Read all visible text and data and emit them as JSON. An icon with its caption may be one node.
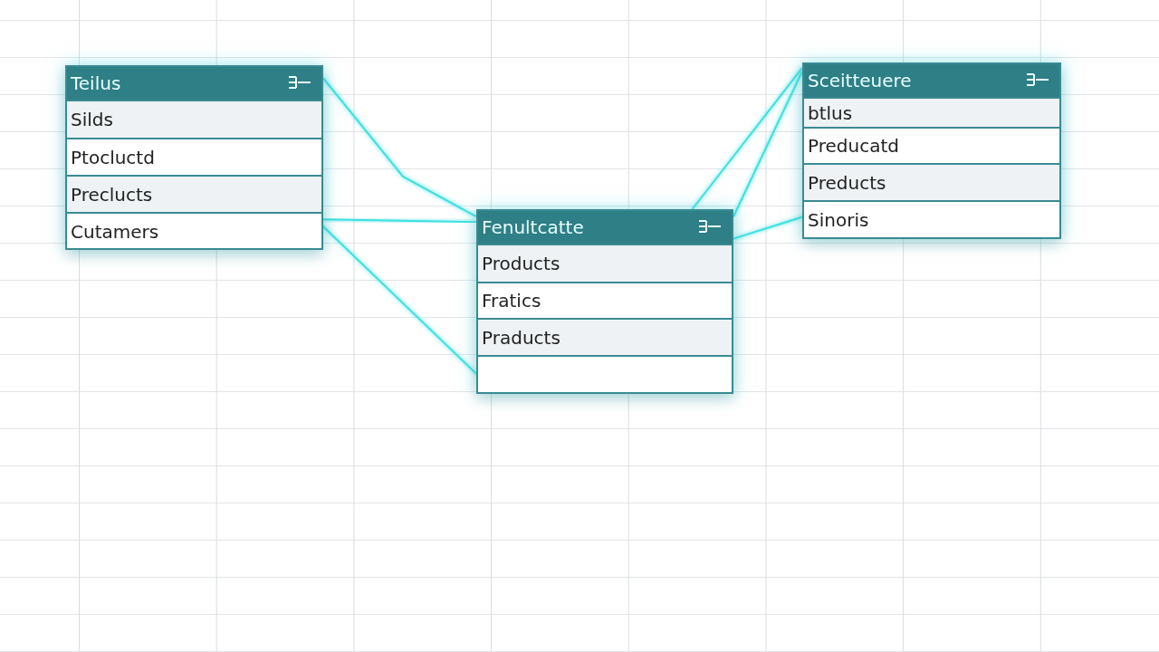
{
  "diagram": {
    "nodes": [
      {
        "text": [
          "Teilus"
        ]
      },
      {
        "text": [
          "Silds"
        ],
        "in": 0
      },
      {
        "text": [
          "Ptocluctd"
        ],
        "in": 0
      },
      {
        "text": [
          "Preclucts"
        ],
        "in": 0
      },
      {
        "text": [
          "Cutamers"
        ],
        "in": 0
      },
      {
        "text": [
          "Fenultcatte"
        ]
      },
      {
        "text": [
          "Products"
        ],
        "in": 5
      },
      {
        "text": [
          "Fratics"
        ],
        "in": 5
      },
      {
        "text": [
          "Praducts"
        ],
        "in": 5
      },
      {
        "text": [],
        "shape": "box",
        "in": 5
      },
      {
        "text": [
          "Sceitteuere"
        ]
      },
      {
        "text": [
          "btlus"
        ],
        "in": 10
      },
      {
        "text": [
          "Preducatd"
        ],
        "in": 10
      },
      {
        "text": [
          "Preducts"
        ],
        "in": 10
      },
      {
        "text": [
          "Sinoris"
        ],
        "in": 10
      }
    ],
    "edges": [
      {
        "from": 0,
        "to": 5,
        "arrow": "none"
      },
      {
        "from": 4,
        "to": 5,
        "arrow": "none"
      },
      {
        "from": 4,
        "to": 9,
        "arrow": "none"
      },
      {
        "from": 5,
        "to": 10,
        "arrow": "none"
      },
      {
        "from": 5,
        "to": 10,
        "arrow": "none"
      },
      {
        "from": 5,
        "to": 14,
        "arrow": "none"
      }
    ]
  }
}
